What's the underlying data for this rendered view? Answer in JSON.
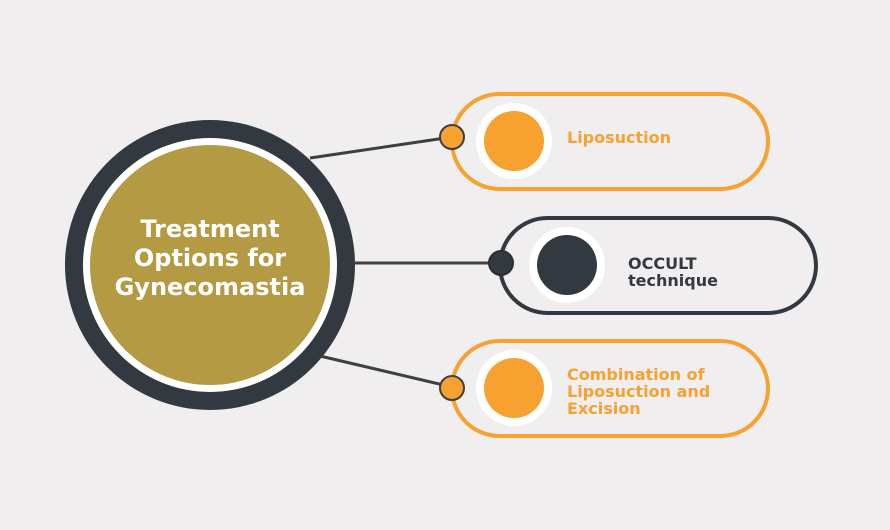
{
  "colors": {
    "background": "#f0eeef",
    "hub_ring": "#333940",
    "hub_fill": "#b59a44",
    "orange": "#f7a131",
    "dark": "#333940",
    "white": "#ffffff",
    "connector": "#3f3f3f"
  },
  "hub": {
    "title_lines": [
      "Treatment",
      "Options for",
      "Gynecomastia"
    ]
  },
  "options": [
    {
      "label_lines": [
        "Liposuction"
      ],
      "style": "orange"
    },
    {
      "label_lines": [
        "OCCULT",
        "technique"
      ],
      "style": "dark"
    },
    {
      "label_lines": [
        "Combination of",
        "Liposuction and",
        "Excision"
      ],
      "style": "orange"
    }
  ]
}
